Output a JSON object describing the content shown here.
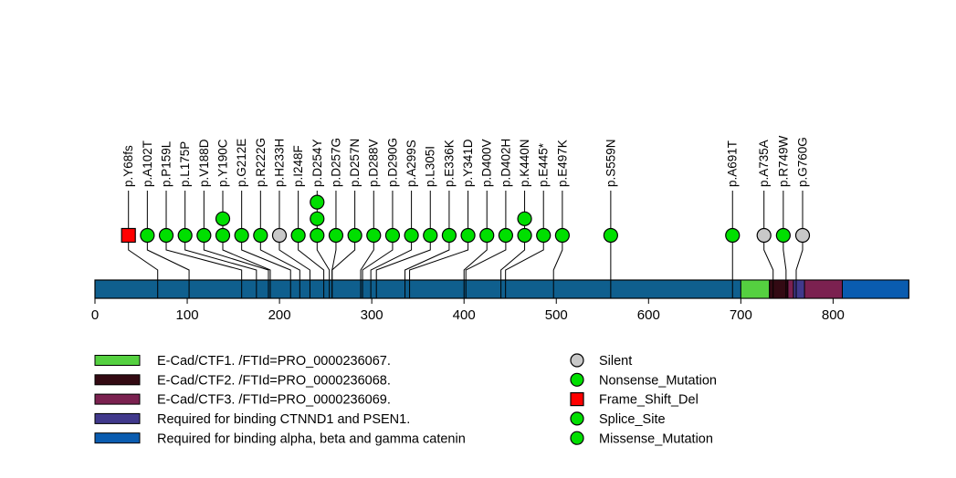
{
  "chart_data": {
    "type": "lollipop",
    "title": "",
    "protein_length": 882,
    "axis": {
      "ticks": [
        0,
        100,
        200,
        300,
        400,
        500,
        600,
        700,
        800
      ],
      "xlim": [
        0,
        882
      ]
    },
    "bar_color": "#0f5f8e",
    "marker_colors": {
      "green": "#00df00",
      "gray": "#c8c8c8",
      "red": "#ff0000"
    },
    "mutations": [
      {
        "label": "p.Y68fs",
        "pos": 68,
        "type": "Frame_Shift_Del",
        "color": "#ff0000",
        "shape": "square",
        "count": 1
      },
      {
        "label": "p.A102T",
        "pos": 102,
        "type": "Missense_Mutation",
        "color": "#00df00",
        "shape": "circle",
        "count": 1
      },
      {
        "label": "p.P159L",
        "pos": 159,
        "type": "Missense_Mutation",
        "color": "#00df00",
        "shape": "circle",
        "count": 1
      },
      {
        "label": "p.L175P",
        "pos": 175,
        "type": "Missense_Mutation",
        "color": "#00df00",
        "shape": "circle",
        "count": 1
      },
      {
        "label": "p.V188D",
        "pos": 188,
        "type": "Missense_Mutation",
        "color": "#00df00",
        "shape": "circle",
        "count": 1
      },
      {
        "label": "p.Y190C",
        "pos": 190,
        "type": "Missense_Mutation",
        "color": "#00df00",
        "shape": "circle",
        "count": 2
      },
      {
        "label": "p.G212E",
        "pos": 212,
        "type": "Missense_Mutation",
        "color": "#00df00",
        "shape": "circle",
        "count": 1
      },
      {
        "label": "p.R222G",
        "pos": 222,
        "type": "Missense_Mutation",
        "color": "#00df00",
        "shape": "circle",
        "count": 1
      },
      {
        "label": "p.H233H",
        "pos": 233,
        "type": "Silent",
        "color": "#c8c8c8",
        "shape": "circle",
        "count": 1
      },
      {
        "label": "p.I248F",
        "pos": 248,
        "type": "Missense_Mutation",
        "color": "#00df00",
        "shape": "circle",
        "count": 1
      },
      {
        "label": "p.D254Y",
        "pos": 254,
        "type": "Missense_Mutation",
        "color": "#00df00",
        "shape": "circle",
        "count": 3
      },
      {
        "label": "p.D257G",
        "pos": 257,
        "type": "Missense_Mutation",
        "color": "#00df00",
        "shape": "circle",
        "count": 1
      },
      {
        "label": "p.D257N",
        "pos": 257,
        "type": "Missense_Mutation",
        "color": "#00df00",
        "shape": "circle",
        "count": 1
      },
      {
        "label": "p.D288V",
        "pos": 288,
        "type": "Missense_Mutation",
        "color": "#00df00",
        "shape": "circle",
        "count": 1
      },
      {
        "label": "p.D290G",
        "pos": 290,
        "type": "Missense_Mutation",
        "color": "#00df00",
        "shape": "circle",
        "count": 1
      },
      {
        "label": "p.A299S",
        "pos": 299,
        "type": "Missense_Mutation",
        "color": "#00df00",
        "shape": "circle",
        "count": 1
      },
      {
        "label": "p.L305I",
        "pos": 305,
        "type": "Missense_Mutation",
        "color": "#00df00",
        "shape": "circle",
        "count": 1
      },
      {
        "label": "p.E336K",
        "pos": 336,
        "type": "Missense_Mutation",
        "color": "#00df00",
        "shape": "circle",
        "count": 1
      },
      {
        "label": "p.Y341D",
        "pos": 341,
        "type": "Missense_Mutation",
        "color": "#00df00",
        "shape": "circle",
        "count": 1
      },
      {
        "label": "p.D400V",
        "pos": 400,
        "type": "Missense_Mutation",
        "color": "#00df00",
        "shape": "circle",
        "count": 1
      },
      {
        "label": "p.D402H",
        "pos": 402,
        "type": "Missense_Mutation",
        "color": "#00df00",
        "shape": "circle",
        "count": 1
      },
      {
        "label": "p.K440N",
        "pos": 440,
        "type": "Missense_Mutation",
        "color": "#00df00",
        "shape": "circle",
        "count": 2
      },
      {
        "label": "p.E445*",
        "pos": 445,
        "type": "Nonsense_Mutation",
        "color": "#00df00",
        "shape": "circle",
        "count": 1
      },
      {
        "label": "p.E497K",
        "pos": 497,
        "type": "Missense_Mutation",
        "color": "#00df00",
        "shape": "circle",
        "count": 1
      },
      {
        "label": "p.S559N",
        "pos": 559,
        "type": "Missense_Mutation",
        "color": "#00df00",
        "shape": "circle",
        "count": 1
      },
      {
        "label": "p.A691T",
        "pos": 691,
        "type": "Missense_Mutation",
        "color": "#00df00",
        "shape": "circle",
        "count": 1
      },
      {
        "label": "p.A735A",
        "pos": 735,
        "type": "Silent",
        "color": "#c8c8c8",
        "shape": "circle",
        "count": 1
      },
      {
        "label": "p.R749W",
        "pos": 749,
        "type": "Missense_Mutation",
        "color": "#00df00",
        "shape": "circle",
        "count": 1
      },
      {
        "label": "p.G760G",
        "pos": 760,
        "type": "Silent",
        "color": "#c8c8c8",
        "shape": "circle",
        "count": 1
      }
    ],
    "domains": [
      {
        "label": "E-Cad/CTF1. /FTId=PRO_0000236067.",
        "color": "#55d040",
        "start": 701,
        "end": 731
      },
      {
        "label": "E-Cad/CTF2. /FTId=PRO_0000236068.",
        "color": "#330a13",
        "start": 732,
        "end": 751
      },
      {
        "label": "E-Cad/CTF3. /FTId=PRO_0000236069.",
        "color": "#7b2150",
        "start": 752,
        "end": 810
      },
      {
        "label": "Required for binding CTNND1 and PSEN1.",
        "color": "#41398c",
        "start": 758,
        "end": 769
      },
      {
        "label": "Required for binding alpha, beta and gamma catenin",
        "color": "#0a5cb0",
        "start": 811,
        "end": 882
      }
    ],
    "mutation_legend": [
      {
        "label": "Silent",
        "color": "#c8c8c8",
        "shape": "circle"
      },
      {
        "label": "Nonsense_Mutation",
        "color": "#00df00",
        "shape": "circle"
      },
      {
        "label": "Frame_Shift_Del",
        "color": "#ff0000",
        "shape": "square"
      },
      {
        "label": "Splice_Site",
        "color": "#00df00",
        "shape": "circle"
      },
      {
        "label": "Missense_Mutation",
        "color": "#00df00",
        "shape": "circle"
      }
    ]
  }
}
